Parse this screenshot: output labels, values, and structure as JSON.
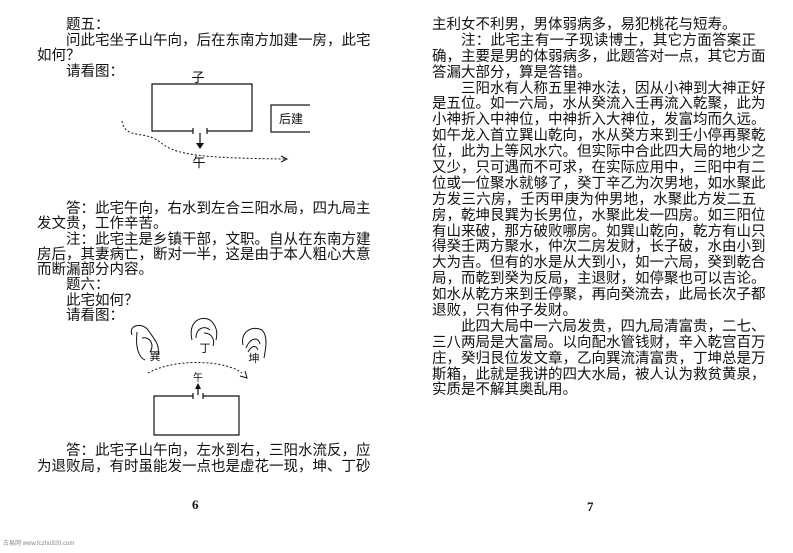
{
  "left_page": {
    "block_a": [
      {
        "text": "题五：",
        "indent": true,
        "justify": false
      },
      {
        "text": "问此宅坐子山午向，后在东南方加建一房，此宅",
        "indent": true,
        "justify": true
      },
      {
        "text": "如何？",
        "indent": false,
        "justify": false
      },
      {
        "text": "请看图：",
        "indent": true,
        "justify": false
      }
    ],
    "diagram1": {
      "north_label": "子",
      "south_label": "午",
      "annex_label": "后建"
    },
    "block_b": [
      {
        "text": "答：此宅午向，右水到左合三阳水局，四九局主",
        "indent": true,
        "justify": true
      },
      {
        "text": "发文贵，工作辛苦。",
        "indent": false,
        "justify": false
      },
      {
        "text": "注：此宅主是乡镇干部，文职。自从在东南方建",
        "indent": true,
        "justify": true
      },
      {
        "text": "房后，其妻病亡，断对一半，这是由于本人粗心大意",
        "indent": false,
        "justify": true
      },
      {
        "text": "而断漏部分内容。",
        "indent": false,
        "justify": false
      },
      {
        "text": "题六：",
        "indent": true,
        "justify": false
      },
      {
        "text": "此宅如何？",
        "indent": true,
        "justify": false
      },
      {
        "text": "请看图：",
        "indent": true,
        "justify": false
      }
    ],
    "diagram2": {
      "hill_left": "巽",
      "hill_mid": "丁",
      "hill_right": "坤",
      "facing_label": "午"
    },
    "block_c": [
      {
        "text": "答：此宅子山午向，左水到右，三阳水流反，应",
        "indent": true,
        "justify": true
      },
      {
        "text": "为退败局，有时虽能发一点也是虚花一现，坤、丁砂",
        "indent": false,
        "justify": true
      }
    ],
    "page_number": "6",
    "watermark": "古易网 www.fczhu920.com"
  },
  "right_page": {
    "lines": [
      {
        "text": "主利女不利男，男体弱病多，易犯桃花与短寿。",
        "indent": false,
        "justify": false
      },
      {
        "text": "注：此宅主有一子现读博士，其它方面答案正",
        "indent": true,
        "justify": true
      },
      {
        "text": "确，主要是男的体弱病多，此题答对一点，其它方面",
        "indent": false,
        "justify": true
      },
      {
        "text": "答漏大部分，算是答错。",
        "indent": false,
        "justify": false
      },
      {
        "text": "三阳水有人称五里神水法，因从小神到大神正好",
        "indent": true,
        "justify": true
      },
      {
        "text": "是五位。如一六局，水从癸流入壬再流入乾聚，此为",
        "indent": false,
        "justify": true
      },
      {
        "text": "小神折入中神位，中神折入大神位，发富均而久远。",
        "indent": false,
        "justify": true
      },
      {
        "text": "如午龙入首立巽山乾向，水从癸方来到壬小停再聚乾",
        "indent": false,
        "justify": true
      },
      {
        "text": "位，此为上等风水穴。但实际中合此四大局的地少之",
        "indent": false,
        "justify": true
      },
      {
        "text": "又少，只可遇而不可求，在实际应用中，三阳中有二",
        "indent": false,
        "justify": true
      },
      {
        "text": "位或一位聚水就够了，癸丁辛乙为次男地，如水聚此",
        "indent": false,
        "justify": true
      },
      {
        "text": "方发三六房，壬丙甲庚为仲男地，水聚此方发二五",
        "indent": false,
        "justify": true
      },
      {
        "text": "房，乾坤艮巽为长男位，水聚此发一四房。如三阳位",
        "indent": false,
        "justify": true
      },
      {
        "text": "有山来破，那方破败哪房。如巽山乾向，乾方有山只",
        "indent": false,
        "justify": true
      },
      {
        "text": "得癸壬两方聚水，仲次二房发财，长子破，水由小到",
        "indent": false,
        "justify": true
      },
      {
        "text": "大为吉。但有的水是从大到小，如一六局，癸到乾合",
        "indent": false,
        "justify": true
      },
      {
        "text": "局，而乾到癸为反局，主退财，如停聚也可以吉论。",
        "indent": false,
        "justify": true
      },
      {
        "text": "如水从乾方来到壬停聚，再向癸流去，此局长次子都",
        "indent": false,
        "justify": true
      },
      {
        "text": "退败，只有仲子发财。",
        "indent": false,
        "justify": false
      },
      {
        "text": "此四大局中一六局发贵，四九局清富贵，二七、",
        "indent": true,
        "justify": true
      },
      {
        "text": "三八两局是大富局。以向配水管钱财，辛入乾宫百万",
        "indent": false,
        "justify": true
      },
      {
        "text": "庄，癸归艮位发文章，乙向巽流清富贵，丁坤总是万",
        "indent": false,
        "justify": true
      },
      {
        "text": "斯箱，此就是我讲的四大水局，被人认为救贫黄泉，",
        "indent": false,
        "justify": true
      },
      {
        "text": "实质是不解其奥乱用。",
        "indent": false,
        "justify": false
      }
    ],
    "page_number": "7"
  }
}
